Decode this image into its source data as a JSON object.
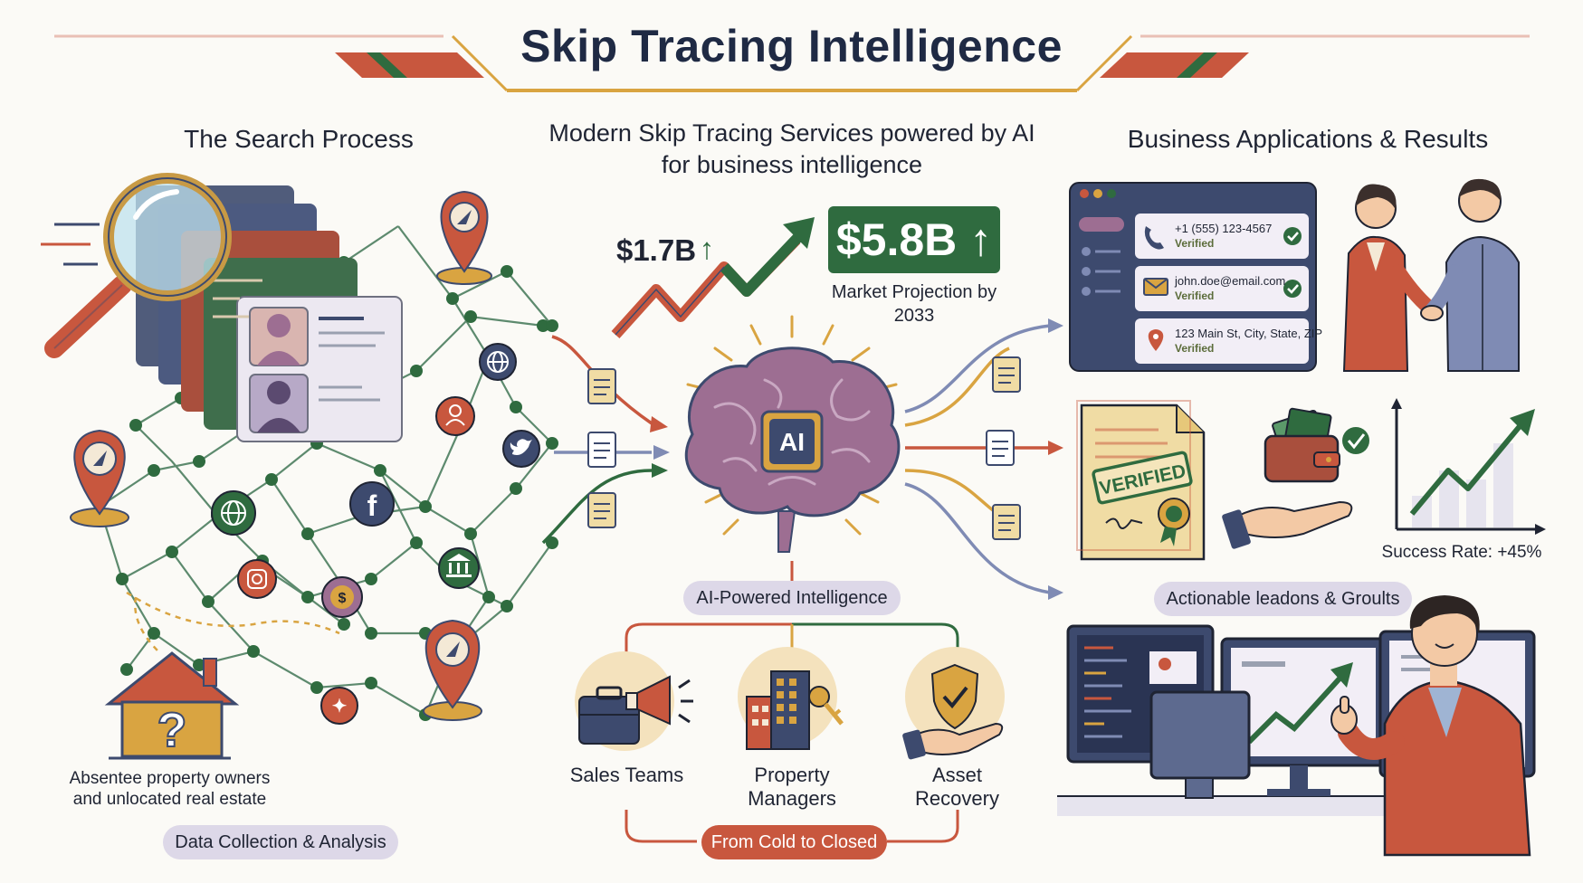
{
  "title": "Skip Tracing Intelligence",
  "left": {
    "heading": "The Search Process",
    "house_caption": "Absentee property owners and unlocated real estate",
    "pill": "Data Collection & Analysis"
  },
  "center": {
    "heading": "Modern Skip Tracing Services powered by AI for business intelligence",
    "stat_before": "$1.7B",
    "stat_after": "$5.8B",
    "projection": "Market Projection by 2033",
    "ai_badge": "AI",
    "ai_pill": "AI-Powered Intelligence",
    "branches": [
      {
        "label": "Sales Teams",
        "icon": "briefcase-megaphone-icon"
      },
      {
        "label": "Property Managers",
        "icon": "building-key-icon"
      },
      {
        "label": "Asset Recovery",
        "icon": "shield-hand-icon"
      }
    ],
    "bottom_pill": "From Cold to Closed"
  },
  "right": {
    "heading": "Business Applications & Results",
    "contact_card": {
      "phone": "+1 (555) 123-4567",
      "email": "john.doe@email.com",
      "address": "123 Main St, City, State, ZIP",
      "status": "Verified"
    },
    "stamp": "VERIFIED",
    "success_rate": "Success Rate: +45%",
    "pill": "Actionable leadons & Groults"
  },
  "colors": {
    "navy": "#3d4a6e",
    "rust": "#c8573e",
    "green": "#2f6b3f",
    "gold": "#d9a441",
    "lavender": "#ddd8e8",
    "brain": "#9d6e92"
  }
}
